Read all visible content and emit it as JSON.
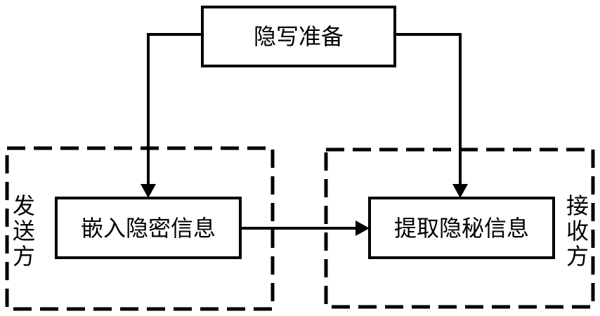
{
  "nodes": {
    "prepare": "隐写准备",
    "embed": "嵌入隐密信息",
    "extract": "提取隐秘信息"
  },
  "groups": {
    "sender": [
      "发",
      "送",
      "方"
    ],
    "receiver": [
      "接",
      "收",
      "方"
    ]
  },
  "colors": {
    "stroke": "#000000",
    "background": "#ffffff"
  }
}
